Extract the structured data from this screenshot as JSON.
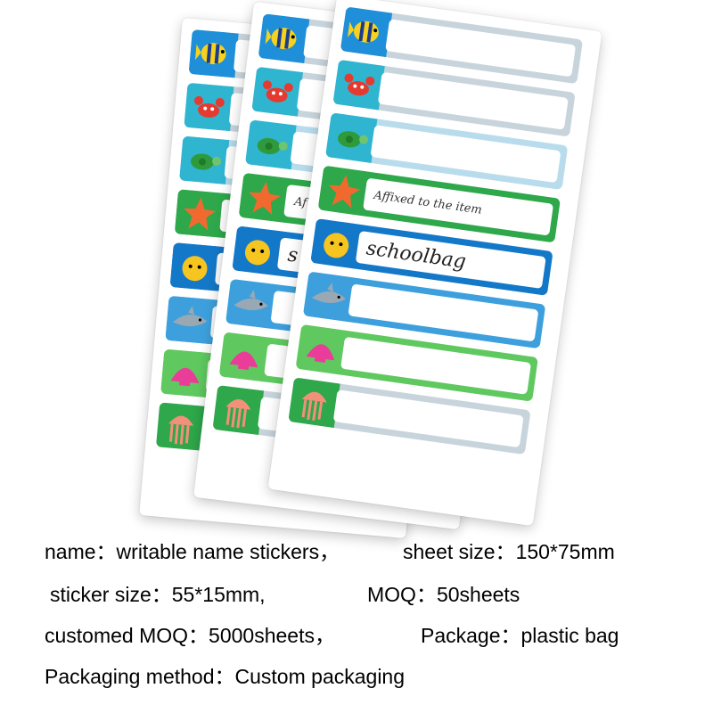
{
  "sticker_sheet": {
    "sticker_text_1": "Affixed to the item",
    "sticker_text_2": "schoolbag",
    "sticker_text_1_partial": "Af",
    "sticker_text_2_partial": "s",
    "icons": [
      "fish-icon",
      "crab-icon",
      "turtle-icon",
      "starfish-icon",
      "pufferfish-icon",
      "shark-icon",
      "shell-icon",
      "jellyfish-icon"
    ],
    "colors": {
      "label_blue": "#1478c8",
      "label_light_blue": "#3da0dc",
      "label_green": "#2ea84a",
      "label_light_green": "#5fc95f",
      "label_gray": "#c8d4dc"
    }
  },
  "product_info": {
    "line1": {
      "label": "name：",
      "value": "writable name stickers，",
      "label2": "sheet size：",
      "value2": "150*75mm"
    },
    "line2": {
      "label": "sticker size：",
      "value": "55*15mm,",
      "label2": "MOQ：",
      "value2": "50sheets"
    },
    "line3": {
      "label": "customed MOQ：",
      "value": "5000sheets，",
      "label2": "Package：",
      "value2": "plastic bag"
    },
    "line4": {
      "label": "Packaging method：",
      "value": "Custom packaging"
    }
  }
}
